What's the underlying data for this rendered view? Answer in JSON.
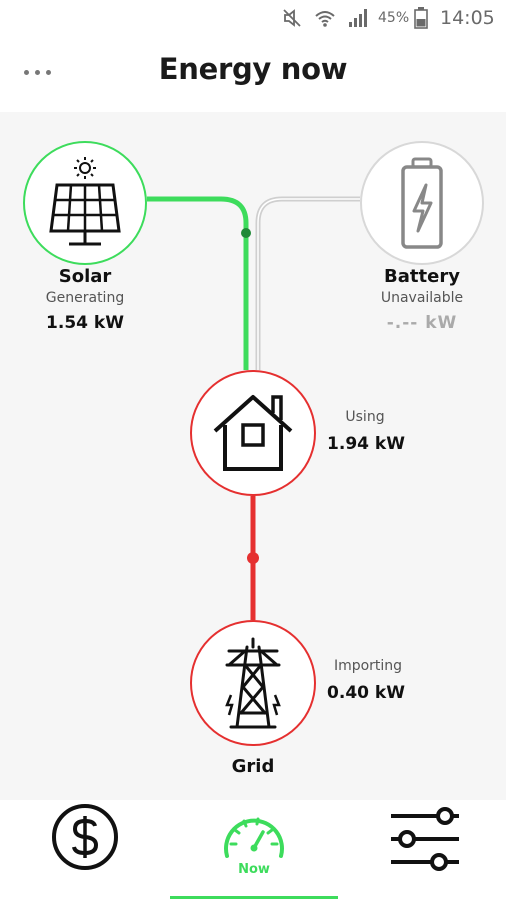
{
  "status_bar": {
    "battery_percent": "45%",
    "time": "14:05"
  },
  "header": {
    "title": "Energy now"
  },
  "solar": {
    "title": "Solar",
    "status": "Generating",
    "value": "1.54 kW"
  },
  "battery": {
    "title": "Battery",
    "status": "Unavailable",
    "value": "-.-- kW"
  },
  "home": {
    "status": "Using",
    "value": "1.94 kW"
  },
  "grid": {
    "title": "Grid",
    "status": "Importing",
    "value": "0.40 kW"
  },
  "bottom_nav": {
    "now_label": "Now"
  },
  "colors": {
    "active_green": "#3ddc5c",
    "import_red": "#e53030",
    "inactive_grey": "#d8d8d8"
  },
  "icons": [
    "mute-icon",
    "wifi-icon",
    "signal-icon",
    "battery-charging-icon",
    "more-dots-icon",
    "sun-icon",
    "solar-panel-icon",
    "battery-icon",
    "house-icon",
    "pylon-icon",
    "dollar-icon",
    "speedometer-icon",
    "sliders-icon"
  ]
}
